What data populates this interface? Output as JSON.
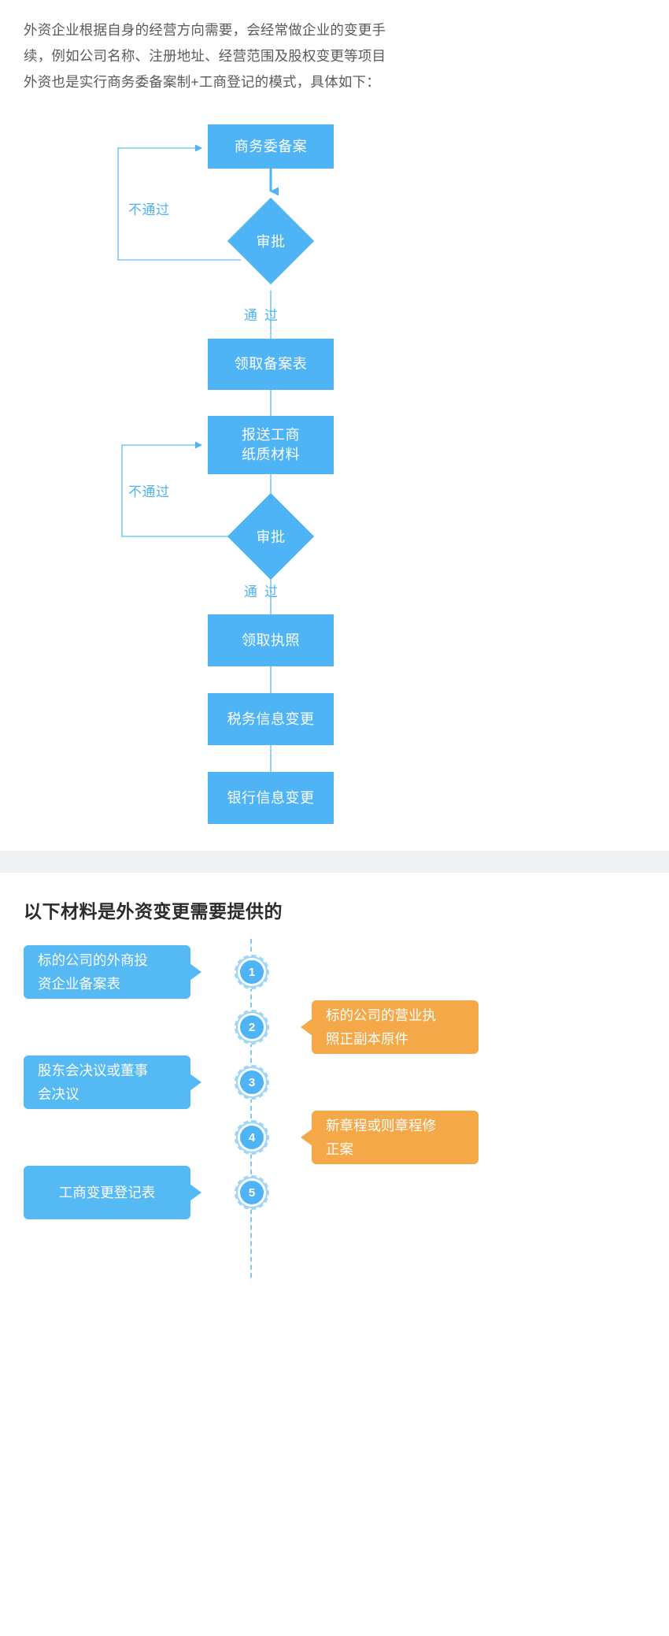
{
  "intro": {
    "line1": "外资企业根据自身的经营方向需要，会经常做企业的变更手",
    "line2": "续，例如公司名称、注册地址、经营范围及股权变更等项目",
    "line3": "外资也是实行商务委备案制+工商登记的模式，具体如下："
  },
  "colors": {
    "primary_blue": "#4eb4f5",
    "bubble_blue": "#55b9f3",
    "bubble_orange": "#f4a847",
    "divider_gray": "#f0f1f3",
    "text_gray": "#5a5a5a"
  },
  "flow": {
    "nodes": [
      {
        "id": "n1",
        "label": "商务委备案"
      },
      {
        "id": "d1",
        "label": "审批"
      },
      {
        "id": "n2",
        "label": "领取备案表"
      },
      {
        "id": "n3",
        "label": "报送工商\n纸质材料"
      },
      {
        "id": "n3_line1",
        "label": "报送工商"
      },
      {
        "id": "n3_line2",
        "label": "纸质材料"
      },
      {
        "id": "d2",
        "label": "审批"
      },
      {
        "id": "n4",
        "label": "领取执照"
      },
      {
        "id": "n5",
        "label": "税务信息变更"
      },
      {
        "id": "n6",
        "label": "银行信息变更"
      }
    ],
    "edge_labels": {
      "reject1": "不通过",
      "pass1": "通过",
      "reject2": "不通过",
      "pass2": "通过"
    }
  },
  "materials": {
    "title": "以下材料是外资变更需要提供的",
    "items": [
      {
        "number": "1",
        "side": "left",
        "color": "blue",
        "text": "标的公司的外商投\n资企业备案表",
        "line1": "标的公司的外商投",
        "line2": "资企业备案表"
      },
      {
        "number": "2",
        "side": "right",
        "color": "orange",
        "text": "标的公司的营业执\n照正副本原件",
        "line1": "标的公司的营业执",
        "line2": "照正副本原件"
      },
      {
        "number": "3",
        "side": "left",
        "color": "blue",
        "text": "股东会决议或董事\n会决议",
        "line1": "股东会决议或董事",
        "line2": "会决议"
      },
      {
        "number": "4",
        "side": "right",
        "color": "orange",
        "text": "新章程或则章程修\n正案",
        "line1": "新章程或则章程修",
        "line2": "正案"
      },
      {
        "number": "5",
        "side": "left",
        "color": "blue",
        "text": "工商变更登记表",
        "line1": "工商变更登记表",
        "line2": ""
      }
    ]
  }
}
